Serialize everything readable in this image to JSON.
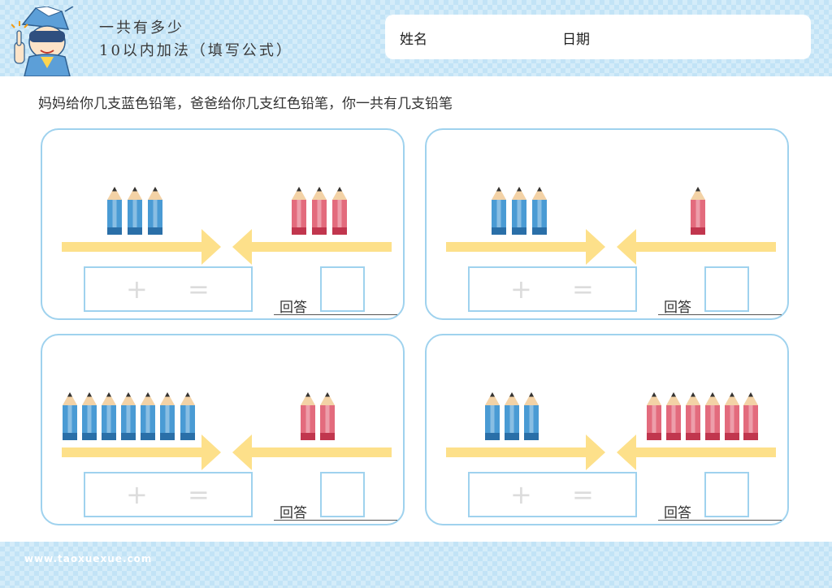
{
  "header": {
    "title_line1": "一共有多少",
    "title_line2": "10以内加法（填写公式）",
    "name_label": "姓名",
    "date_label": "日期"
  },
  "instruction": "妈妈给你几支蓝色铅笔，爸爸给你几支红色铅笔，你一共有几支铅笔",
  "cards": [
    {
      "blue": 3,
      "red": 3,
      "plus": "+",
      "equals": "=",
      "answer_label": "回答"
    },
    {
      "blue": 3,
      "red": 1,
      "plus": "+",
      "equals": "=",
      "answer_label": "回答"
    },
    {
      "blue": 7,
      "red": 2,
      "plus": "+",
      "equals": "=",
      "answer_label": "回答"
    },
    {
      "blue": 3,
      "red": 6,
      "plus": "+",
      "equals": "=",
      "answer_label": "回答"
    }
  ],
  "footer": {
    "website": "www.taoxuexue.com"
  },
  "colors": {
    "blue_pencil": "#4a9bd4",
    "red_pencil": "#e36b7d",
    "arrow": "#fde08a",
    "card_border": "#9fd2ee"
  }
}
